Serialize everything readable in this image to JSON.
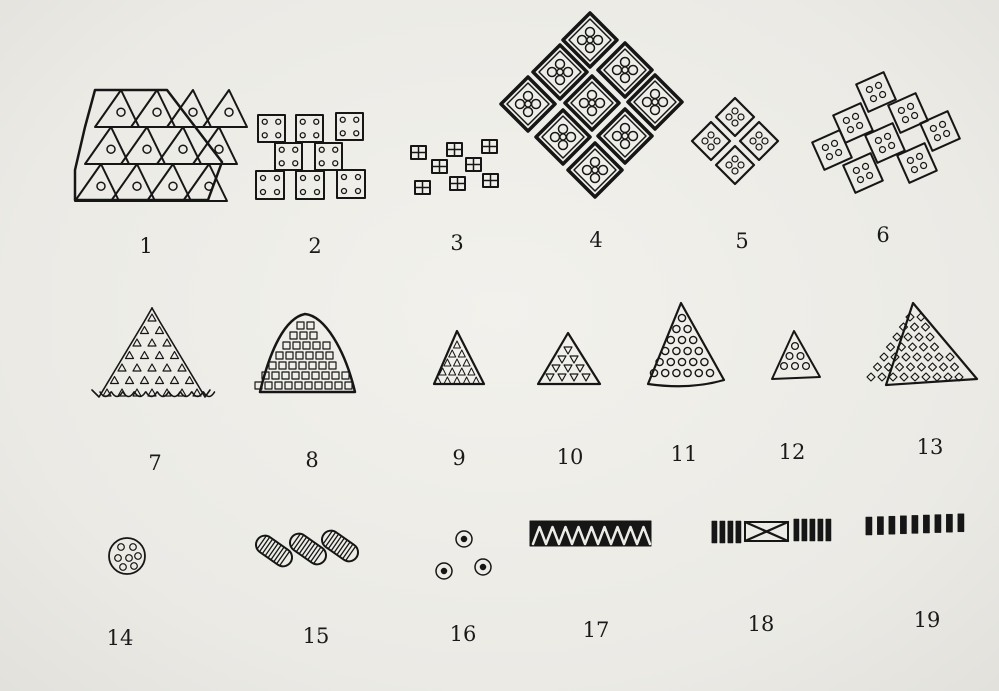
{
  "figures": [
    {
      "number": "1",
      "motif": "triangle-grid-with-circles"
    },
    {
      "number": "2",
      "motif": "staggered-squares-with-four-dots"
    },
    {
      "number": "3",
      "motif": "small-quartered-squares"
    },
    {
      "number": "4",
      "motif": "diamond-lattice-with-quatrefoils"
    },
    {
      "number": "5",
      "motif": "small-diamond-cluster-with-dots"
    },
    {
      "number": "6",
      "motif": "tilted-squares-with-dots"
    },
    {
      "number": "7",
      "motif": "stepped-triangle-of-small-triangles"
    },
    {
      "number": "8",
      "motif": "domed-triangle-with-square-grid"
    },
    {
      "number": "9",
      "motif": "small-triangle-filled-with-triangles"
    },
    {
      "number": "10",
      "motif": "triangle-with-inverted-triangles"
    },
    {
      "number": "11",
      "motif": "triangle-with-circles"
    },
    {
      "number": "12",
      "motif": "small-triangle-with-circles"
    },
    {
      "number": "13",
      "motif": "triangle-with-diamond-lattice"
    },
    {
      "number": "14",
      "motif": "circle-with-small-circles"
    },
    {
      "number": "15",
      "motif": "hatched-ovals"
    },
    {
      "number": "16",
      "motif": "concentric-circles"
    },
    {
      "number": "17",
      "motif": "zigzag-band"
    },
    {
      "number": "18",
      "motif": "bars-with-crossed-panel"
    },
    {
      "number": "19",
      "motif": "row-of-bars"
    }
  ],
  "colors": {
    "ink": "#161616",
    "paper": "#ecebe6"
  }
}
